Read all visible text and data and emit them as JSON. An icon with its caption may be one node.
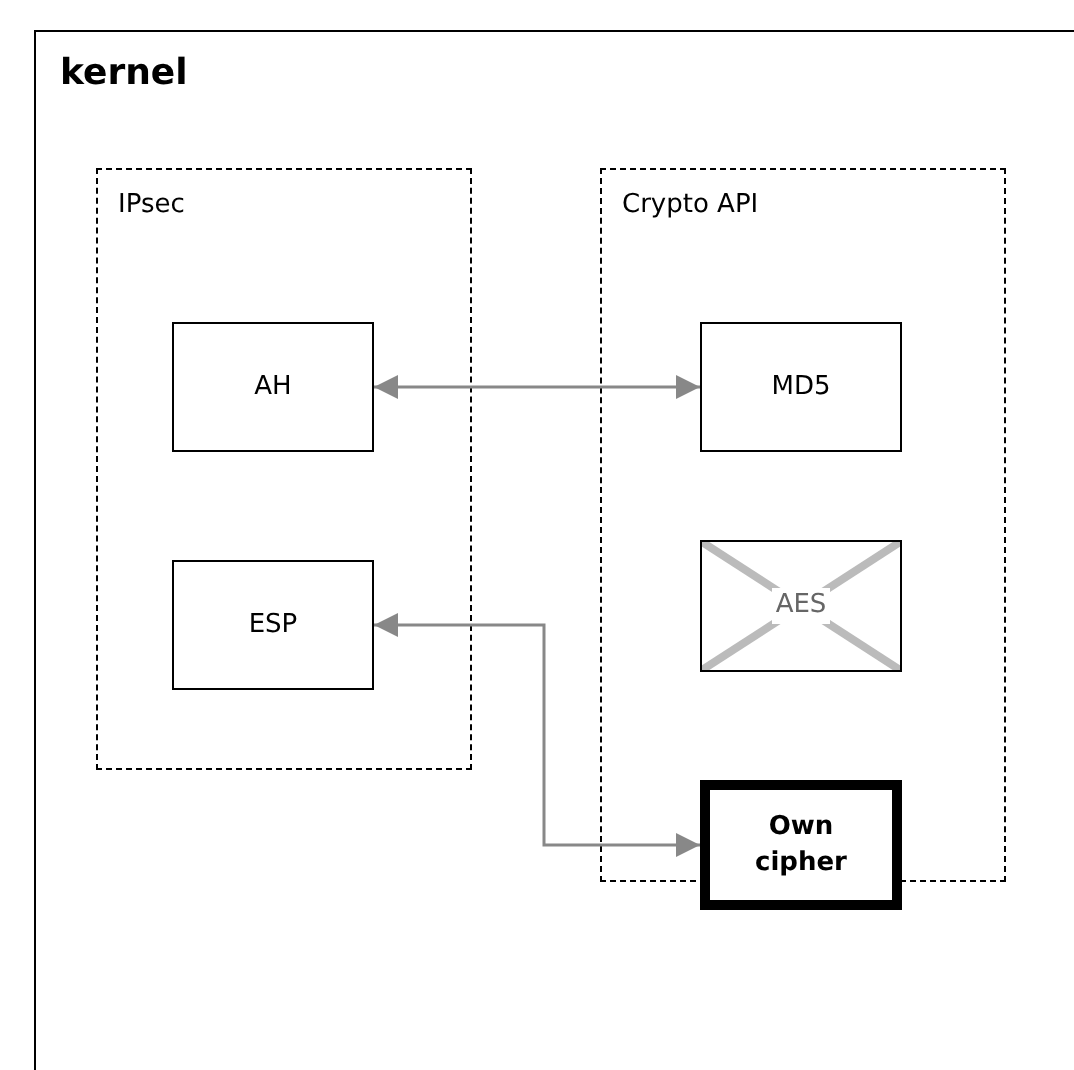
{
  "diagram": {
    "nodes": [
      {
        "text": [
          "kernel"
        ]
      },
      {
        "text": [
          "IPsec"
        ],
        "in": 0
      },
      {
        "text": [
          "AH"
        ],
        "in": 1
      },
      {
        "text": [
          "ESP"
        ],
        "in": 1
      },
      {
        "text": [
          "Crypto API"
        ],
        "in": 0
      },
      {
        "text": [
          "MD5"
        ],
        "in": 4
      },
      {
        "text": [
          "AES"
        ],
        "in": 4
      },
      {
        "text": [
          "Own cipher"
        ],
        "in": 0
      }
    ],
    "edges": [
      {
        "from": 2,
        "to": 5,
        "arrow": "both"
      },
      {
        "from": 3,
        "to": 7,
        "arrow": "both"
      }
    ]
  }
}
